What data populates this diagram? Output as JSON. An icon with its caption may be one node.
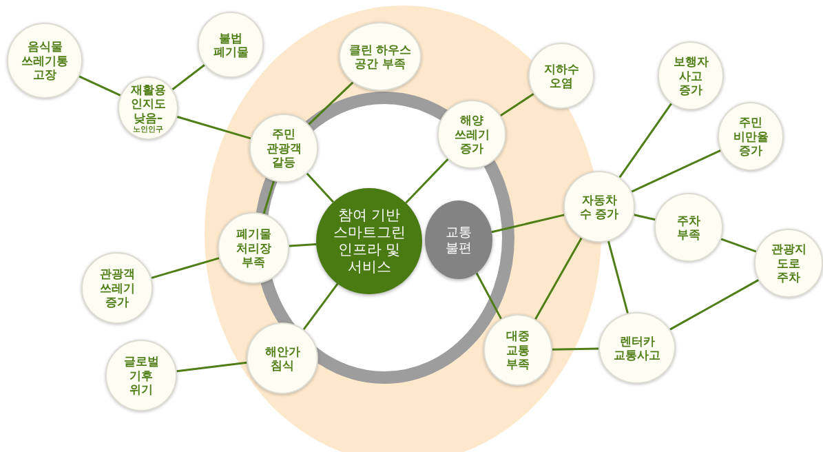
{
  "diagram": {
    "nodes": [
      {
        "text": [
          "음식물 쓰레기통 고장"
        ]
      },
      {
        "text": [
          "불법 폐기물"
        ]
      },
      {
        "text": [
          "재활용 인지도 낮음–",
          "노인인구"
        ]
      },
      {
        "text": [
          "클린 하우스 공간 부족"
        ]
      },
      {
        "text": [
          "지하수 오염"
        ]
      },
      {
        "text": [
          "주민 관광객 갈등"
        ]
      },
      {
        "text": [
          "해양 쓰레기 증가"
        ]
      },
      {
        "text": [
          "보행자 사고 증가"
        ]
      },
      {
        "text": [
          "주민 비만율 증가"
        ]
      },
      {
        "text": [
          "참여 기반 스마트그린 인프라 및 서비스"
        ]
      },
      {
        "text": [
          "교통 불편"
        ]
      },
      {
        "text": [
          "자동차 수 증가"
        ]
      },
      {
        "text": [
          "폐기물 처리장 부족"
        ]
      },
      {
        "text": [
          "주차 부족"
        ]
      },
      {
        "text": [
          "관광지 도로 주차"
        ]
      },
      {
        "text": [
          "관광객 쓰레기 증가"
        ]
      },
      {
        "text": [
          "대중 교통 부족"
        ]
      },
      {
        "text": [
          "렌터카 교통사고"
        ]
      },
      {
        "text": [
          "해안가 침식"
        ]
      },
      {
        "text": [
          "글로벌 기후 위기"
        ]
      }
    ],
    "edges": [
      {
        "from": 0,
        "to": 2,
        "arrow": "none"
      },
      {
        "from": 1,
        "to": 2,
        "arrow": "none"
      },
      {
        "from": 2,
        "to": 5,
        "arrow": "none"
      },
      {
        "from": 3,
        "to": 5,
        "arrow": "none"
      },
      {
        "from": 5,
        "to": 9,
        "arrow": "none"
      },
      {
        "from": 5,
        "to": 12,
        "arrow": "none"
      },
      {
        "from": 15,
        "to": 12,
        "arrow": "none"
      },
      {
        "from": 12,
        "to": 9,
        "arrow": "none"
      },
      {
        "from": 9,
        "to": 18,
        "arrow": "none"
      },
      {
        "from": 19,
        "to": 18,
        "arrow": "none"
      },
      {
        "from": 9,
        "to": 6,
        "arrow": "none"
      },
      {
        "from": 6,
        "to": 4,
        "arrow": "none"
      },
      {
        "from": 10,
        "to": 11,
        "arrow": "none"
      },
      {
        "from": 10,
        "to": 16,
        "arrow": "none"
      },
      {
        "from": 16,
        "to": 11,
        "arrow": "none"
      },
      {
        "from": 11,
        "to": 7,
        "arrow": "none"
      },
      {
        "from": 11,
        "to": 8,
        "arrow": "none"
      },
      {
        "from": 11,
        "to": 13,
        "arrow": "none"
      },
      {
        "from": 11,
        "to": 17,
        "arrow": "none"
      },
      {
        "from": 13,
        "to": 14,
        "arrow": "none"
      },
      {
        "from": 17,
        "to": 14,
        "arrow": "none"
      },
      {
        "from": 16,
        "to": 17,
        "arrow": "none"
      }
    ]
  }
}
